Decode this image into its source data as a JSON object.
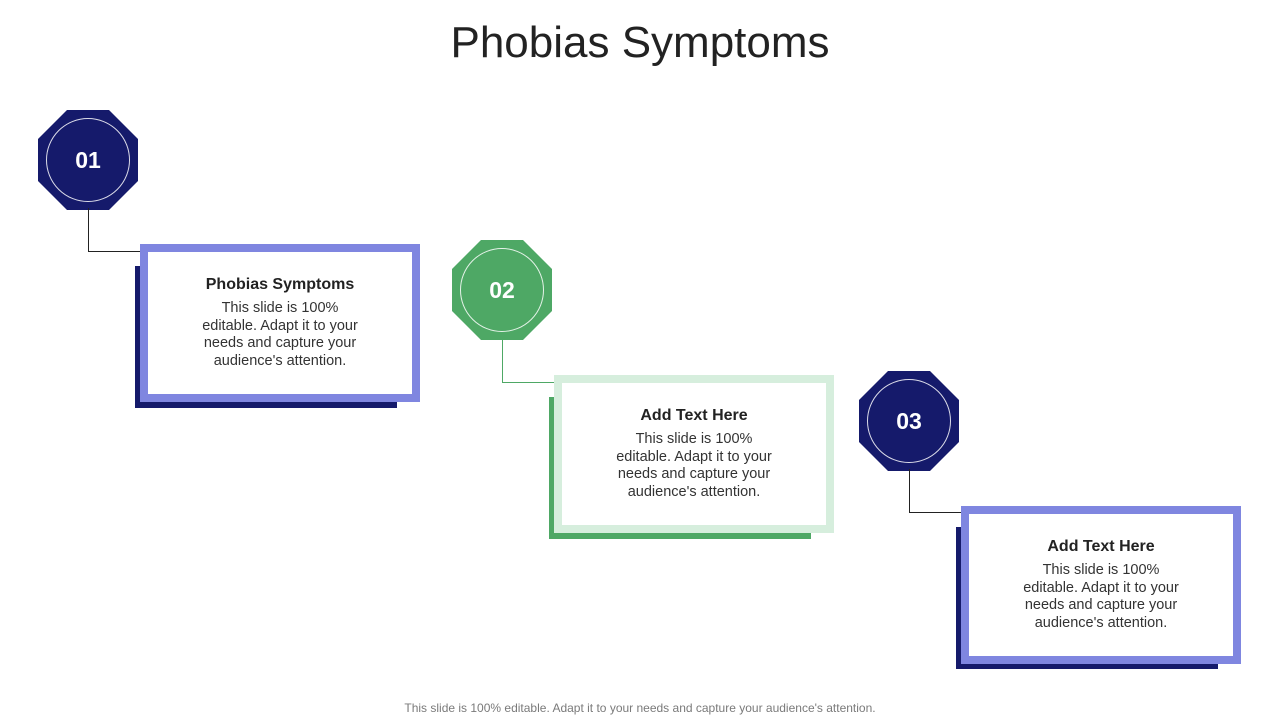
{
  "slide": {
    "title": "Phobias Symptoms",
    "footer": "This slide is 100% editable. Adapt it to your needs and capture your audience's attention."
  },
  "colors": {
    "navy": "#151a6b",
    "blue_frame": "#7f86e0",
    "green": "#4ea865",
    "green_light": "#d6eedd"
  },
  "steps": [
    {
      "number": "01",
      "title": "Phobias Symptoms",
      "body": "This slide is 100% editable. Adapt it to your needs and capture your audience's attention."
    },
    {
      "number": "02",
      "title": "Add Text Here",
      "body": "This slide is 100% editable. Adapt it to your needs and capture your audience's attention."
    },
    {
      "number": "03",
      "title": "Add Text Here",
      "body": "This slide is 100% editable. Adapt it to your needs and capture your audience's attention."
    }
  ]
}
